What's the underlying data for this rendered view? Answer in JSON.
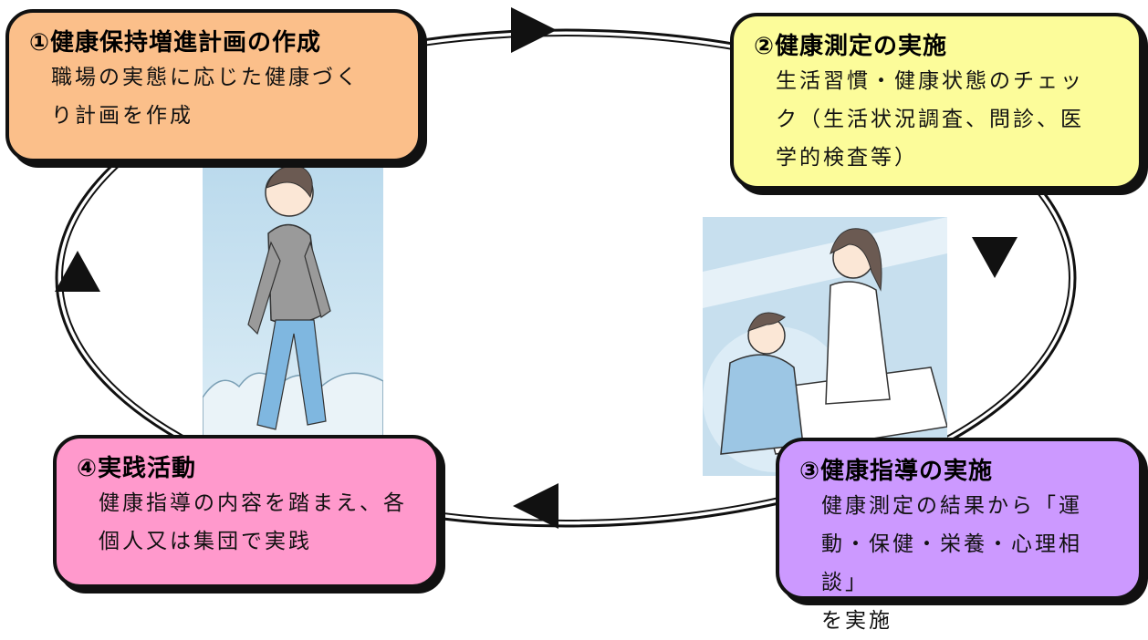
{
  "steps": [
    {
      "title": "①健康保持増進計画の作成",
      "body": [
        "職場の実態に応じた健康づく",
        "り計画を作成"
      ],
      "color": "#fbbf8a"
    },
    {
      "title": "②健康測定の実施",
      "body": [
        "生活習慣・健康状態のチェッ",
        "ク（生活状況調査、問診、医",
        "学的検査等）"
      ],
      "color": "#fcfc9a"
    },
    {
      "title": "③健康指導の実施",
      "body": [
        "健康測定の結果から「運",
        "動・保健・栄養・心理相談」",
        "を実施"
      ],
      "color": "#cc99ff"
    },
    {
      "title": "④実践活動",
      "body": [
        "健康指導の内容を踏まえ、各",
        "個人又は集団で実践"
      ],
      "color": "#ff99cc"
    }
  ],
  "illustrations": {
    "walking": "walking-man-illustration",
    "consultation": "health-consultation-illustration"
  }
}
